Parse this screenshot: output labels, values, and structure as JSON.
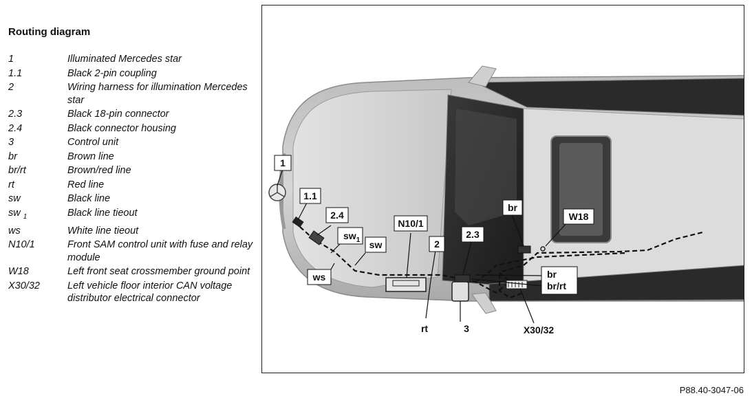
{
  "legend": {
    "title": "Routing diagram",
    "items": [
      {
        "key": "1",
        "desc": "Illuminated Mercedes star"
      },
      {
        "key": "1.1",
        "desc": "Black 2-pin coupling"
      },
      {
        "key": "2",
        "desc": "Wiring harness for illumination Mercedes star"
      },
      {
        "key": "2.3",
        "desc": "Black 18-pin connector"
      },
      {
        "key": "2.4",
        "desc": "Black connector housing"
      },
      {
        "key": "3",
        "desc": "Control unit"
      },
      {
        "key": "br",
        "desc": "Brown line"
      },
      {
        "key": "br/rt",
        "desc": "Brown/red line"
      },
      {
        "key": "rt",
        "desc": "Red line"
      },
      {
        "key": "sw",
        "desc": "Black line"
      },
      {
        "key": "sw",
        "key_sub": "1",
        "desc": "Black line tieout"
      },
      {
        "key": "ws",
        "desc": "White line tieout"
      },
      {
        "key": "N10/1",
        "desc": "Front SAM control unit with fuse and relay module"
      },
      {
        "key": "W18",
        "desc": "Left front seat crossmember ground point"
      },
      {
        "key": "X30/32",
        "desc": "Left vehicle floor interior CAN voltage distributor electrical connector"
      }
    ]
  },
  "diagram": {
    "labels": {
      "l1": "1",
      "l11": "1.1",
      "l24": "2.4",
      "sw1": "sw",
      "sw1_sub": "1",
      "sw": "sw",
      "ws": "ws",
      "n101": "N10/1",
      "l2": "2",
      "l23": "2.3",
      "br_top": "br",
      "w18": "W18",
      "br_right": "br",
      "brrt": "br/rt",
      "rt": "rt",
      "l3": "3",
      "x3032": "X30/32"
    }
  },
  "figure_code": "P88.40-3047-06"
}
